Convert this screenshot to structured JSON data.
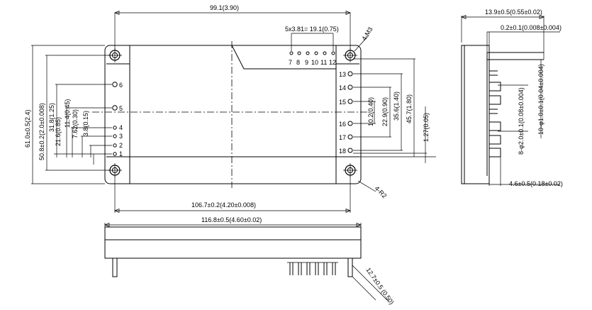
{
  "dimensions": {
    "width_top": "99.1(3.90)",
    "pin_pitch": "5x3.81= 19.1(0.75)",
    "mount_hole": "4-M3",
    "height_total": "61.0±0.5(2.4)",
    "hole_pitch_v": "50.8±0.2(2.0±0.008)",
    "d_31_8": "31.8(1.25)",
    "d_21_6": "21.6(0.85)",
    "d_11_4": "11.4(0.45)",
    "d_7_62": "7.62(0.30)",
    "d_3_8": "3.8(0.15)",
    "d_10_2": "10.2(0.40)",
    "d_22_9": "22.9(0.90)",
    "d_35_6": "35.6(1.40)",
    "d_45_7": "45.7(1.80)",
    "d_1_27": "1.27(0.05)",
    "corner_radius": "4-R2",
    "hole_pitch_h": "106.7±0.2(4.20±0.008)",
    "length_total": "116.8±0.5(4.60±0.02)",
    "bottom_callout": "12.7±0.5 (0.50)",
    "side_depth": "13.9±0.5(0.55±0.02)",
    "side_plate": "0.2±0.1(0.008±0.004)",
    "pin_dia_small": "10-φ1.0±0.1(0.04±0.004)",
    "pin_dia_large": "8-φ2.0±0.1(0.08±0.004)",
    "pin_len": "4.6±0.5(0.18±0.02)"
  },
  "pins": {
    "left": [
      "6",
      "5",
      "4",
      "3",
      "2",
      "1"
    ],
    "top": [
      "7",
      "8",
      "9",
      "10",
      "11",
      "12"
    ],
    "right": [
      "13",
      "14",
      "15",
      "16",
      "17",
      "18"
    ]
  }
}
